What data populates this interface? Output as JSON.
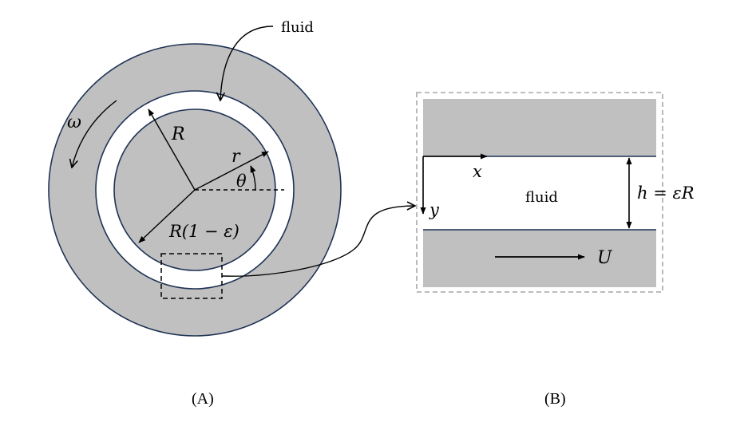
{
  "panel_a": {
    "fluid_label": "fluid",
    "omega_label": "ω",
    "r_big_label": "R",
    "r_small_label": "r",
    "theta_label": "θ",
    "inner_radius_label": "R(1 − ε)",
    "caption": "(A)"
  },
  "panel_b": {
    "fluid_label": "fluid",
    "x_label": "x",
    "y_label": "y",
    "gap_label": "h = εR",
    "velocity_label": "U",
    "caption": "(B)"
  },
  "colors": {
    "shell_fill": "#c0c0c0",
    "outline": "#1f3355",
    "plate_fill": "#c0c0c0",
    "dashed_frame": "#a6a6a6"
  }
}
